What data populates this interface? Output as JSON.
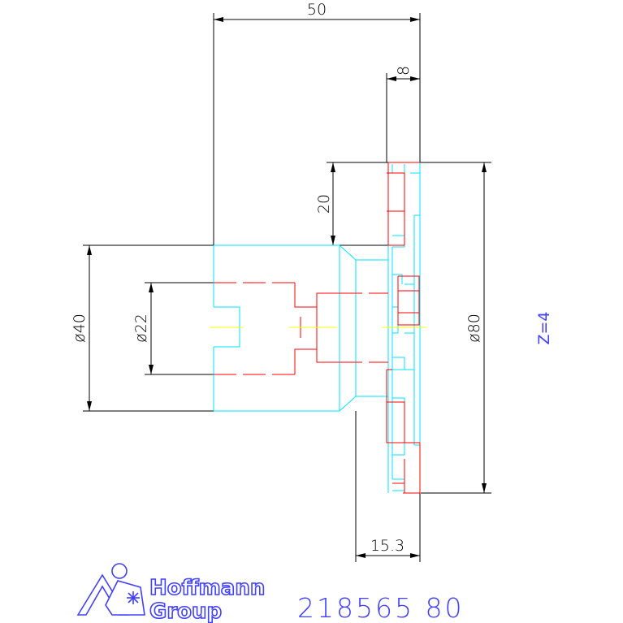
{
  "drawing": {
    "dimensions": {
      "overall_length": "50",
      "flange_width": "8",
      "tooth_height": "20",
      "bore_outer_diameter": "ø40",
      "bore_inner_diameter": "ø22",
      "cutter_diameter": "ø80",
      "hub_projection": "15.3"
    },
    "teeth_count": "Z=4",
    "part_number": "218565 80",
    "logo": {
      "line1": "Hoffmann",
      "line2": "Group"
    },
    "colors": {
      "outline": "#00e5ff",
      "hidden": "#ff0000",
      "centerline": "#ffff00",
      "dimension": "#000000",
      "annotation": "#4040ff"
    }
  }
}
